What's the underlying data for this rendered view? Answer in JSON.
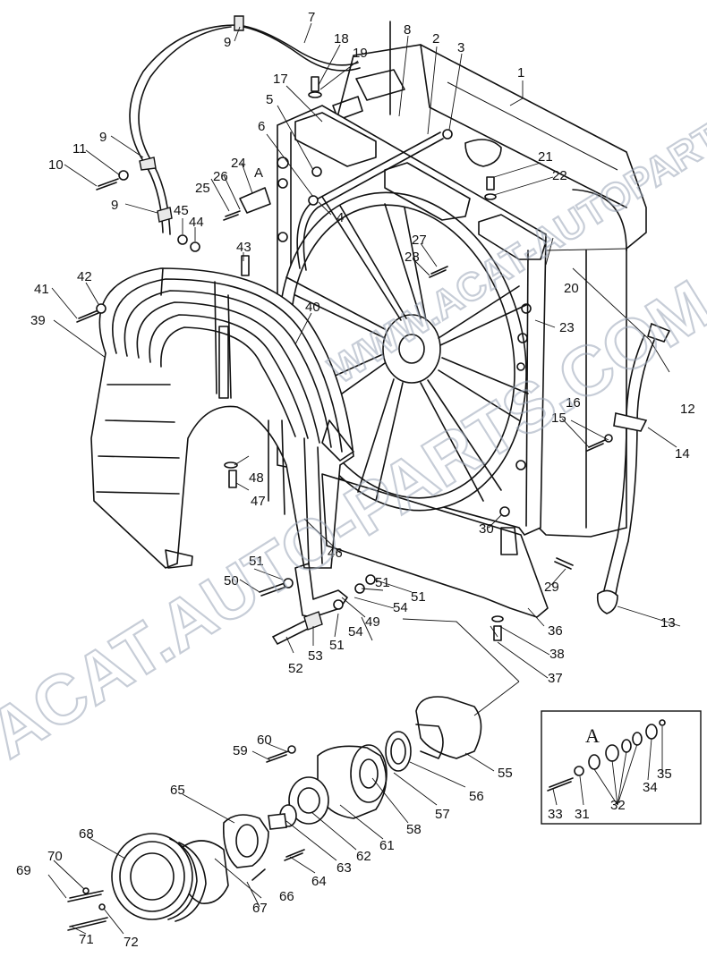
{
  "watermark": {
    "text_diag": "ACAT.AUTO-PARTS.COM",
    "text_upper": "WWW.ACAT-AUTOPARTS.RU"
  },
  "inset": {
    "label": "A"
  },
  "view_marker": "A",
  "callouts": [
    "1",
    "2",
    "3",
    "4",
    "5",
    "6",
    "7",
    "8",
    "9",
    "9",
    "9",
    "10",
    "11",
    "12",
    "13",
    "14",
    "15",
    "16",
    "17",
    "18",
    "19",
    "20",
    "21",
    "22",
    "23",
    "24",
    "25",
    "26",
    "27",
    "28",
    "29",
    "30",
    "31",
    "32",
    "33",
    "34",
    "35",
    "36",
    "37",
    "38",
    "39",
    "40",
    "41",
    "42",
    "43",
    "44",
    "45",
    "46",
    "47",
    "48",
    "49",
    "50",
    "51",
    "51",
    "51",
    "51",
    "52",
    "53",
    "54",
    "54",
    "55",
    "56",
    "57",
    "58",
    "59",
    "60",
    "61",
    "62",
    "63",
    "64",
    "65",
    "66",
    "67",
    "68",
    "69",
    "70",
    "71",
    "72"
  ]
}
